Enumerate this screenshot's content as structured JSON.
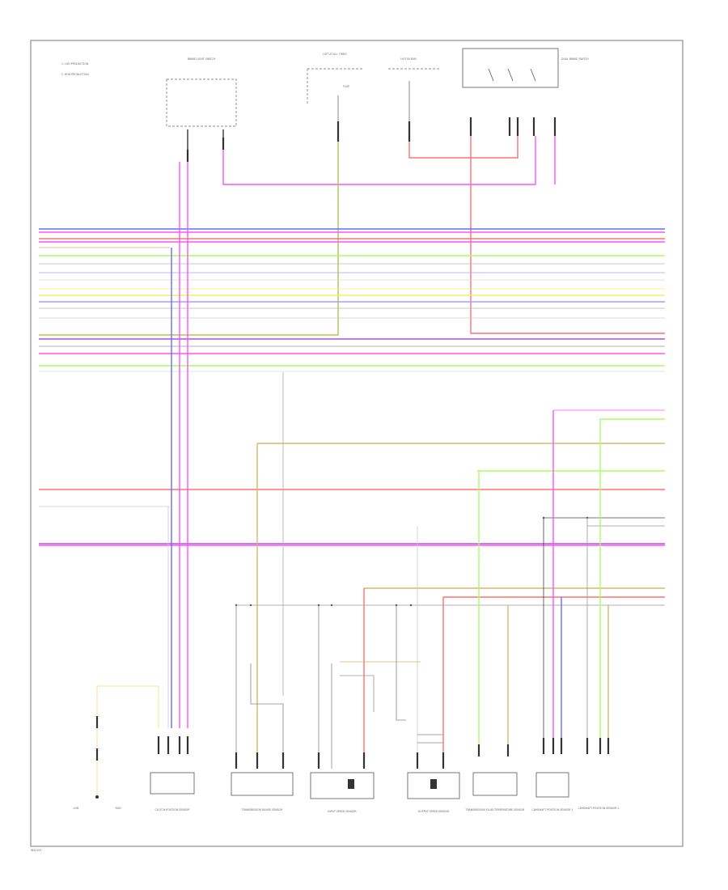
{
  "legend": {
    "item1": "1. LHD PRODUCTION",
    "item2": "2. RHD PRODUCTION"
  },
  "colors": {
    "blue": "#6a6aff",
    "red": "#ff7070",
    "pink": "#ff50ff",
    "green": "#a8ff60",
    "yellow": "#e8e07a",
    "orange": "#d8b86a",
    "gray": "#b8b8b8",
    "violet": "#b050d8",
    "black": "#444444",
    "white": "#dddddd"
  },
  "components": {
    "top_module": "BRAKE LIGHT SWITCH",
    "top_center": "HOT AT ALL TIMES",
    "top_right": "HOT IN RUN",
    "top_far_right": "DUAL BRAKE SWITCH",
    "fuse": "FUSE",
    "clutch_sensor": "CLUTCH POSITION SENSOR",
    "transmission_sensor": "TRANSMISSION RANGE SENSOR",
    "speed_sensor_1": "INPUT SPEED SENSOR",
    "speed_sensor_2": "OUTPUT SPEED SENSOR",
    "temp_sensor": "TRANSMISSION FLUID TEMPERATURE SENSOR",
    "camshaft_1": "CAMSHAFT POSITION SENSOR 1",
    "camshaft_2": "CAMSHAFT POSITION SENSOR 2",
    "switch_left": "LHD",
    "switch_right": "RHD"
  },
  "footer": {
    "code": "W52153"
  }
}
